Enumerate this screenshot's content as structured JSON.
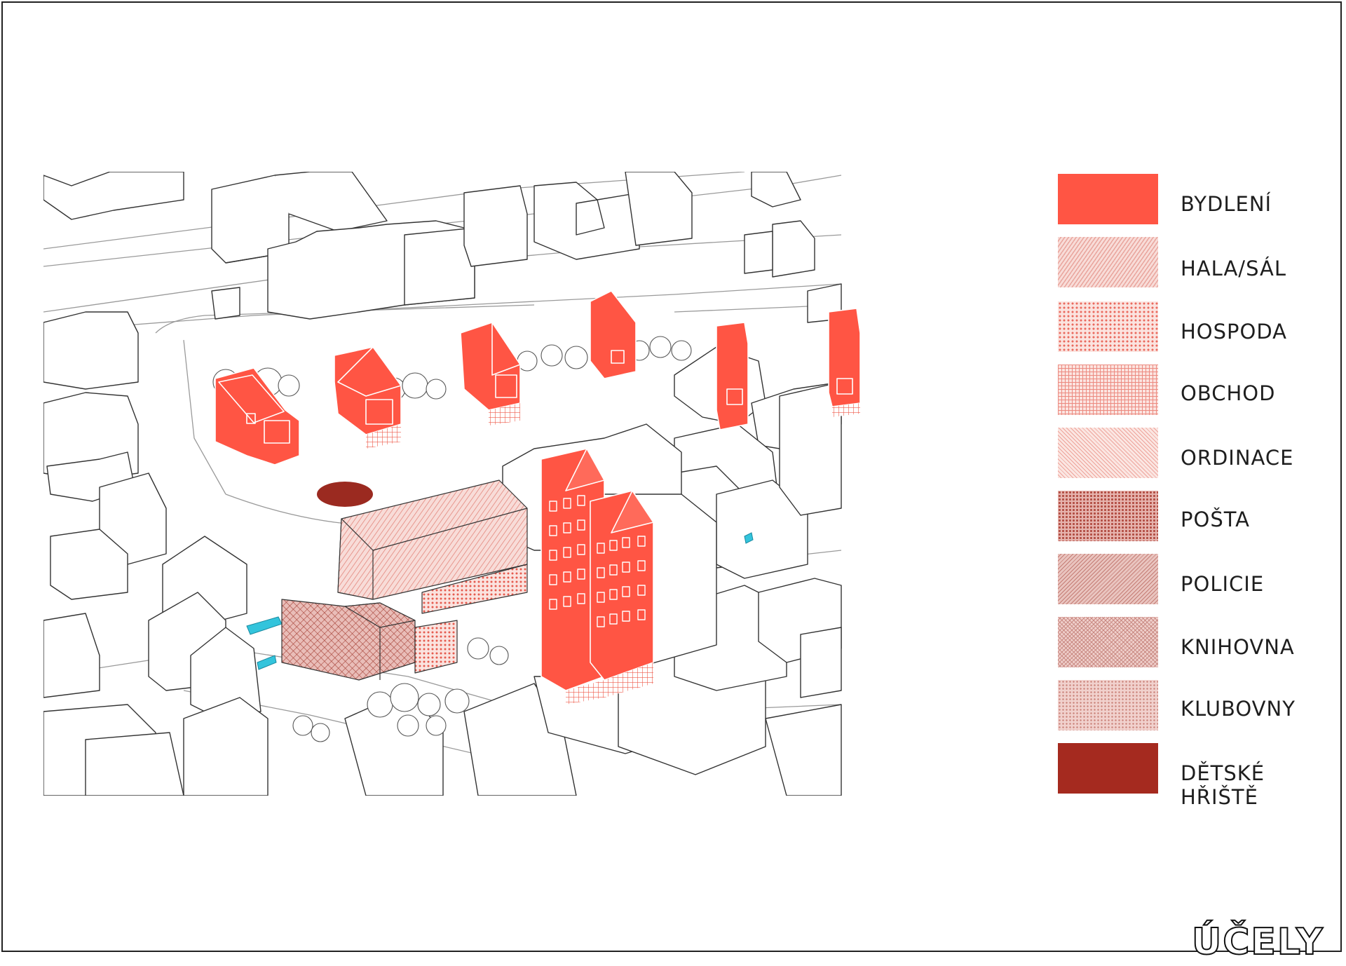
{
  "title": "ÚČELY",
  "legend": [
    {
      "label": "BYDLENÍ",
      "color": "#ff5544",
      "pattern": "solid"
    },
    {
      "label": "HALA/SÁL",
      "color": "#f0bfb9",
      "pattern": "fine-lines"
    },
    {
      "label": "HOSPODA",
      "color": "#f3a89e",
      "pattern": "dots"
    },
    {
      "label": "OBCHOD",
      "color": "#f4b6ae",
      "pattern": "grid"
    },
    {
      "label": "ORDINACE",
      "color": "#f2c2bb",
      "pattern": "cross"
    },
    {
      "label": "POŠTA",
      "color": "#cf8d86",
      "pattern": "dense-dots"
    },
    {
      "label": "POLICIE",
      "color": "#d9a7a1",
      "pattern": "diagonal"
    },
    {
      "label": "KNIHOVNA",
      "color": "#dcb0ab",
      "pattern": "crosshatch"
    },
    {
      "label": "KLUBOVNY",
      "color": "#e2b7b2",
      "pattern": "dots-light"
    },
    {
      "label": "DĚTSKÉ HŘIŠTĚ",
      "color": "#a52a1f",
      "pattern": "solid"
    }
  ],
  "colors": {
    "housing": "#ff5544",
    "outline": "#333333",
    "context_line": "#9a9a9a",
    "water": "#33c4dc",
    "playground": "#9b2a20"
  }
}
